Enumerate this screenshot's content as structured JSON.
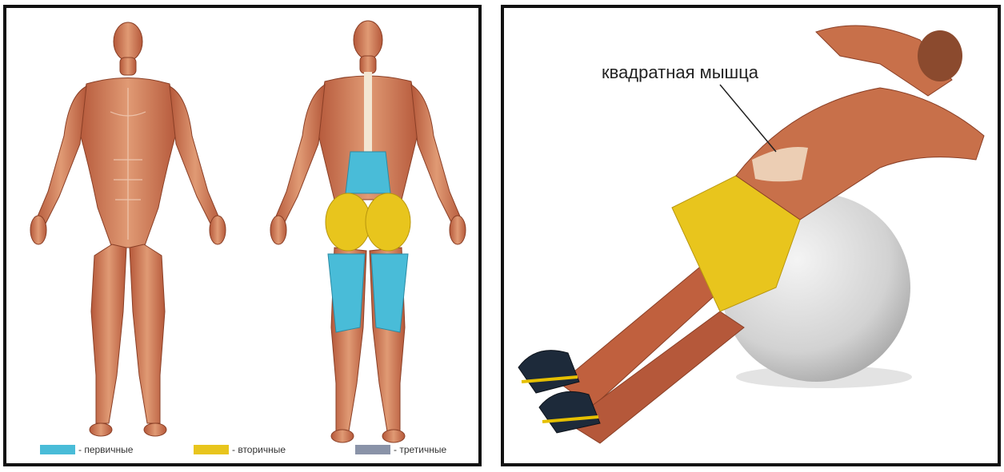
{
  "legend": {
    "items": [
      {
        "label": "- первичные",
        "color": "#49bcd8"
      },
      {
        "label": "- вторичные",
        "color": "#e8c51d"
      },
      {
        "label": "- третичные",
        "color": "#8a93a8"
      }
    ]
  },
  "callout": {
    "label": "квадратная мышца"
  },
  "colors": {
    "muscle": "#c8704a",
    "muscle_light": "#e0a07a",
    "primary": "#49bcd8",
    "secondary": "#e8c51d",
    "ball": "#d8d8d8",
    "frame": "#111111"
  }
}
